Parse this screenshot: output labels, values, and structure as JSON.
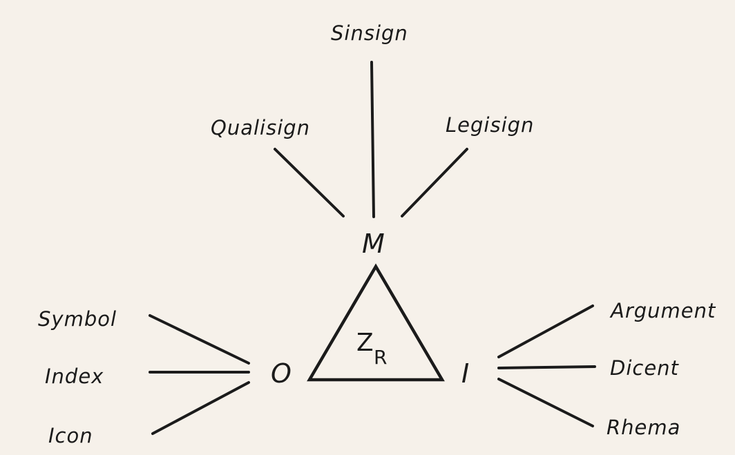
{
  "diagram": {
    "center": {
      "symbol": "Z",
      "subscript": "R"
    },
    "nodes": {
      "m": {
        "label": "M",
        "branches": [
          "Qualisign",
          "Sinsign",
          "Legisign"
        ]
      },
      "o": {
        "label": "O",
        "branches": [
          "Symbol",
          "Index",
          "Icon"
        ]
      },
      "i": {
        "label": "I",
        "branches": [
          "Argument",
          "Dicent",
          "Rhema"
        ]
      }
    }
  },
  "colors": {
    "ink": "#1b1b1b",
    "paper": "#f6f1ea"
  }
}
